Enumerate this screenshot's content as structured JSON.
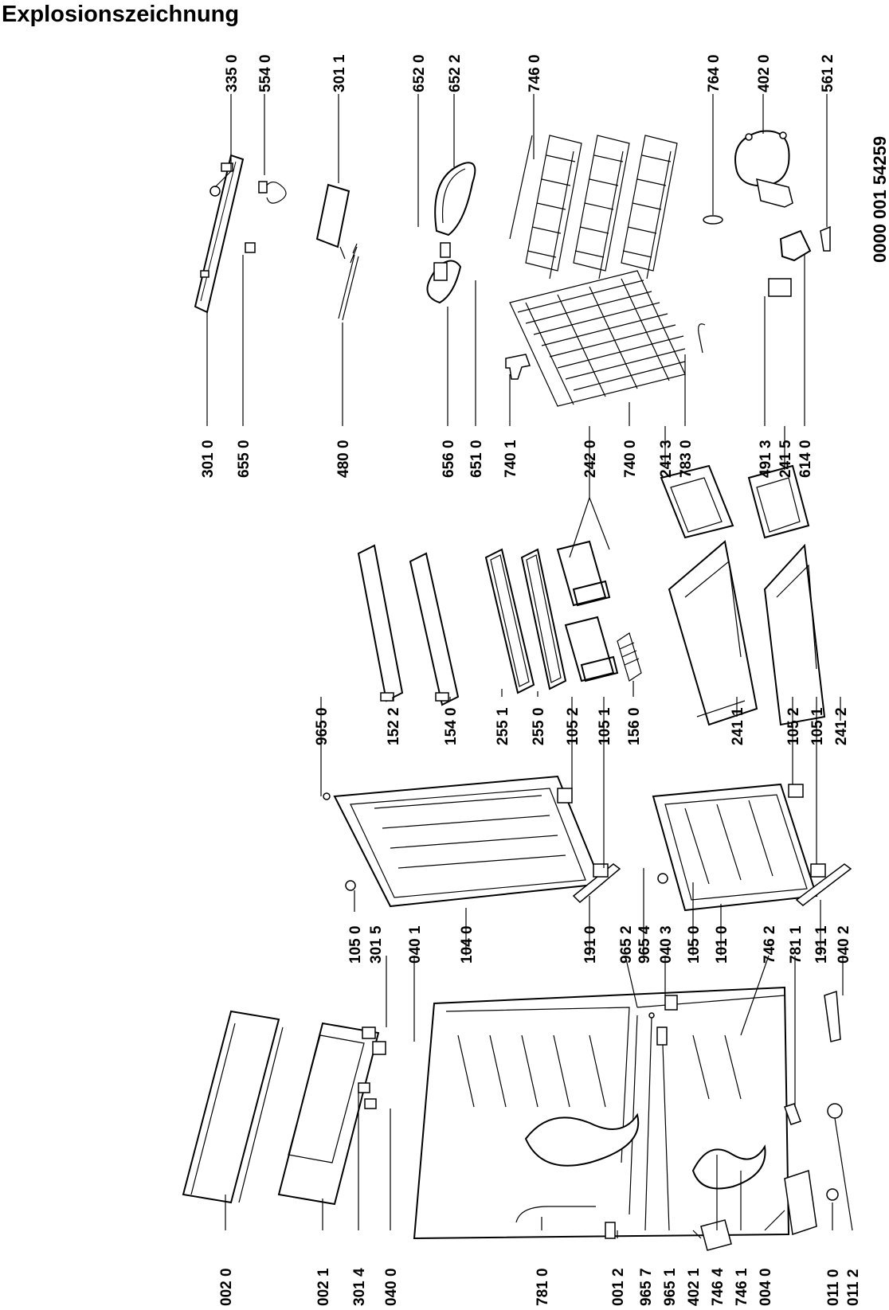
{
  "title": "Explosionszeichnung",
  "document_id": "0000 001 54259",
  "labels": {
    "top_row": [
      "335 0",
      "554 0",
      "301 1",
      "652 0",
      "652 2",
      "746 0",
      "764 0",
      "402 0",
      "561 2"
    ],
    "mid_row": [
      "301 0",
      "655 0",
      "480 0",
      "656 0",
      "651 0",
      "740 1",
      "242 0",
      "740 0",
      "241 3",
      "783 0",
      "491 3",
      "241 5",
      "614 0"
    ],
    "center_row": [
      "965 0",
      "152 2",
      "154 0",
      "255 1",
      "255 0",
      "105 2",
      "105 1",
      "156 0",
      "241 1",
      "105 2",
      "105 1",
      "241 2"
    ],
    "door_row": [
      "105 0",
      "301 5",
      "040 1",
      "104 0",
      "191 0",
      "965 2",
      "965 4",
      "040 3",
      "105 0",
      "101 0",
      "746 2",
      "781 1",
      "191 1",
      "040 2"
    ],
    "bottom_row": [
      "002 0",
      "002 1",
      "301 4",
      "040 0",
      "781 0",
      "001 2",
      "965 7",
      "965 1",
      "402 1",
      "746 4",
      "746 1",
      "004 0",
      "011 0",
      "011 2"
    ]
  }
}
